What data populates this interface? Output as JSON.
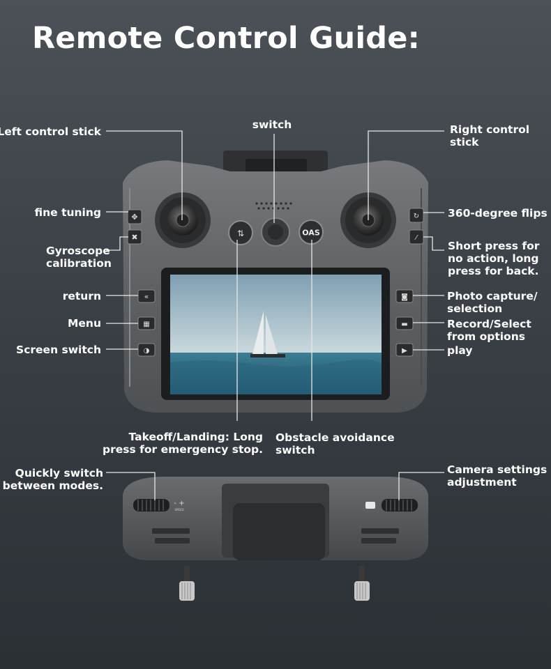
{
  "title": "Remote Control Guide:",
  "labels": {
    "left_stick": "Left control stick",
    "switch": "switch",
    "right_stick": "Right control\nstick",
    "fine_tuning": "fine tuning",
    "flips": "360-degree flips",
    "gyro": "Gyroscope\ncalibration",
    "short_press": "Short press for\nno action, long\npress for back.",
    "return": "return",
    "photo": "Photo capture/\nselection",
    "menu": "Menu",
    "record": "Record/Select\nfrom options",
    "screen_switch": "Screen switch",
    "play": "play",
    "takeoff": "Takeoff/Landing: Long\npress for emergency stop.",
    "obstacle": "Obstacle avoidance\nswitch",
    "quick_switch": "Quickly switch\nbetween modes.",
    "camera_settings": "Camera settings\nadjustment"
  },
  "buttons": {
    "oas": "OAS",
    "speed": "SPEED"
  },
  "icons": [
    "move-arrows-icon",
    "gyro-icon",
    "return-icon",
    "menu-grid-icon",
    "screen-switch-icon",
    "flip-icon",
    "back-icon",
    "camera-icon",
    "record-icon",
    "play-icon",
    "takeoff-landing-icon"
  ],
  "colors": {
    "accent_text": "#ffffff",
    "body": "#5a5d61",
    "screen_sky": "#b9cbd3",
    "screen_sea": "#2f6f86"
  }
}
